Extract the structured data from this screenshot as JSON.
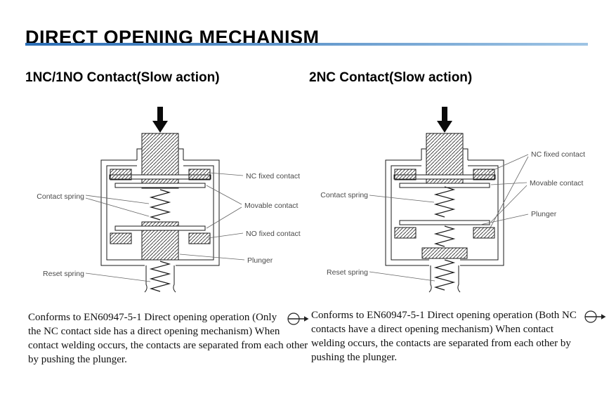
{
  "header": {
    "title": "DIRECT OPENING MECHANISM"
  },
  "colors": {
    "rule_gradient_start": "#2a6db5",
    "rule_gradient_end": "#9ec4e4"
  },
  "panels": {
    "left": {
      "subtitle": "1NC/1NO Contact(Slow action)",
      "labels": {
        "contact_spring": "Contact spring",
        "reset_spring": "Reset spring",
        "nc_fixed_contact": "NC fixed contact",
        "movable_contact": "Movable contact",
        "no_fixed_contact": "NO fixed contact",
        "plunger": "Plunger"
      },
      "description": "Conforms to EN60947-5-1 Direct opening operation (Only the NC contact side has a direct opening mechanism) When contact welding occurs, the contacts are separated from each other by pushing the plunger."
    },
    "right": {
      "subtitle": "2NC Contact(Slow action)",
      "labels": {
        "contact_spring": "Contact spring",
        "reset_spring": "Reset spring",
        "nc_fixed_contact": "NC fixed contact",
        "movable_contact": "Movable contact",
        "plunger": "Plunger"
      },
      "description": "Conforms to EN60947-5-1 Direct opening operation (Both NC contacts have a direct opening mechanism) When contact welding occurs, the contacts are separated from each other by pushing the plunger."
    }
  },
  "icons": {
    "direct_opening": "circled right arrow"
  }
}
